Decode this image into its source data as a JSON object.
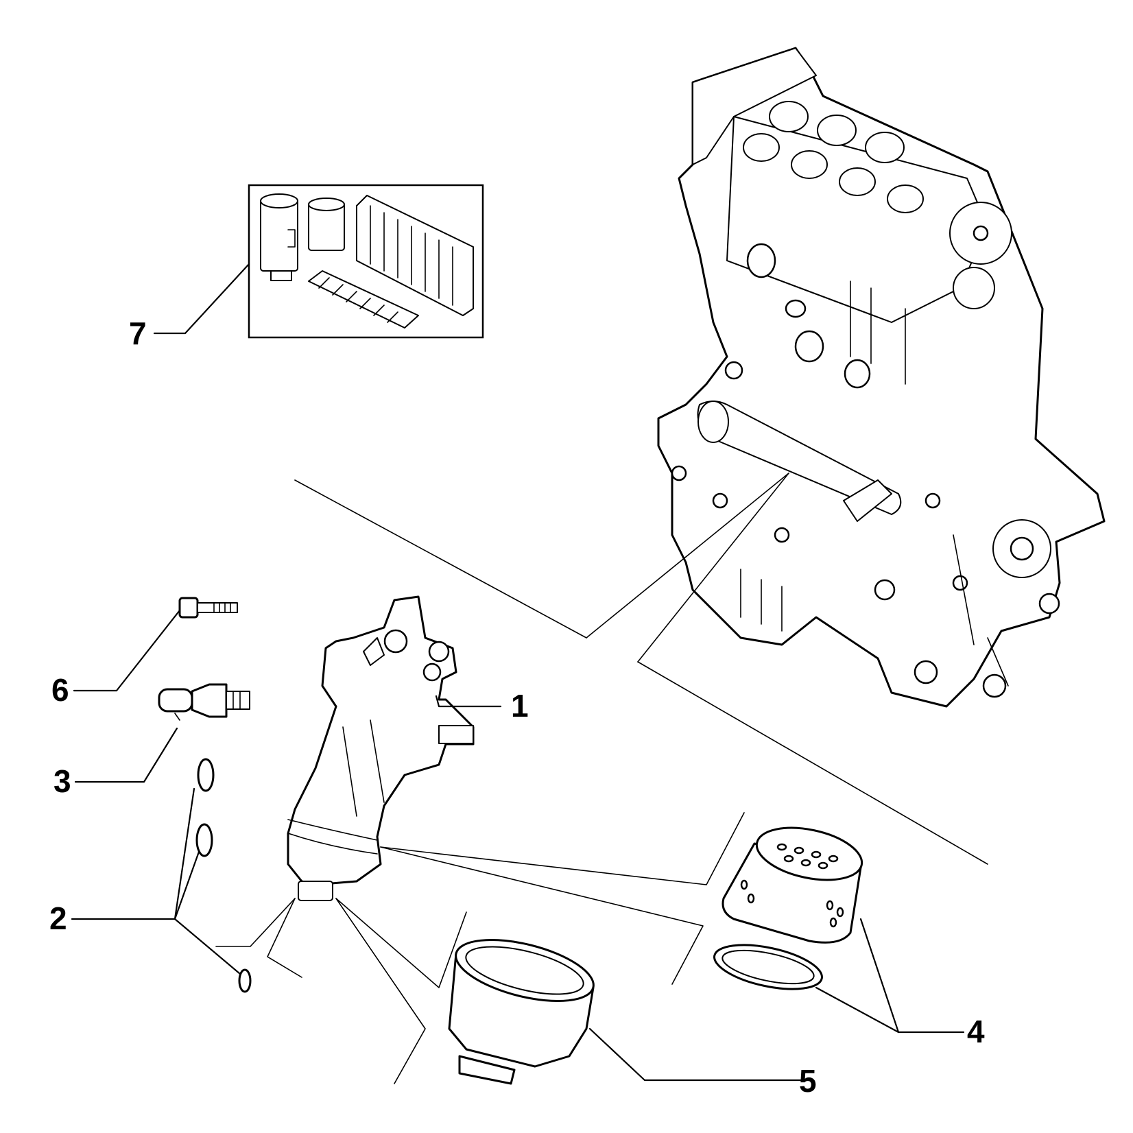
{
  "callouts": [
    {
      "id": "1",
      "label": "1",
      "part": "oil-filter-housing"
    },
    {
      "id": "2",
      "label": "2",
      "part": "o-ring-seals"
    },
    {
      "id": "3",
      "label": "3",
      "part": "oil-pressure-sensor"
    },
    {
      "id": "4",
      "label": "4",
      "part": "oil-filter-cartridge-and-gasket"
    },
    {
      "id": "5",
      "label": "5",
      "part": "oil-filter-cap"
    },
    {
      "id": "6",
      "label": "6",
      "part": "screw"
    },
    {
      "id": "7",
      "label": "7",
      "part": "filter-kit"
    }
  ],
  "colors": {
    "line": "#000000",
    "background": "#ffffff"
  }
}
